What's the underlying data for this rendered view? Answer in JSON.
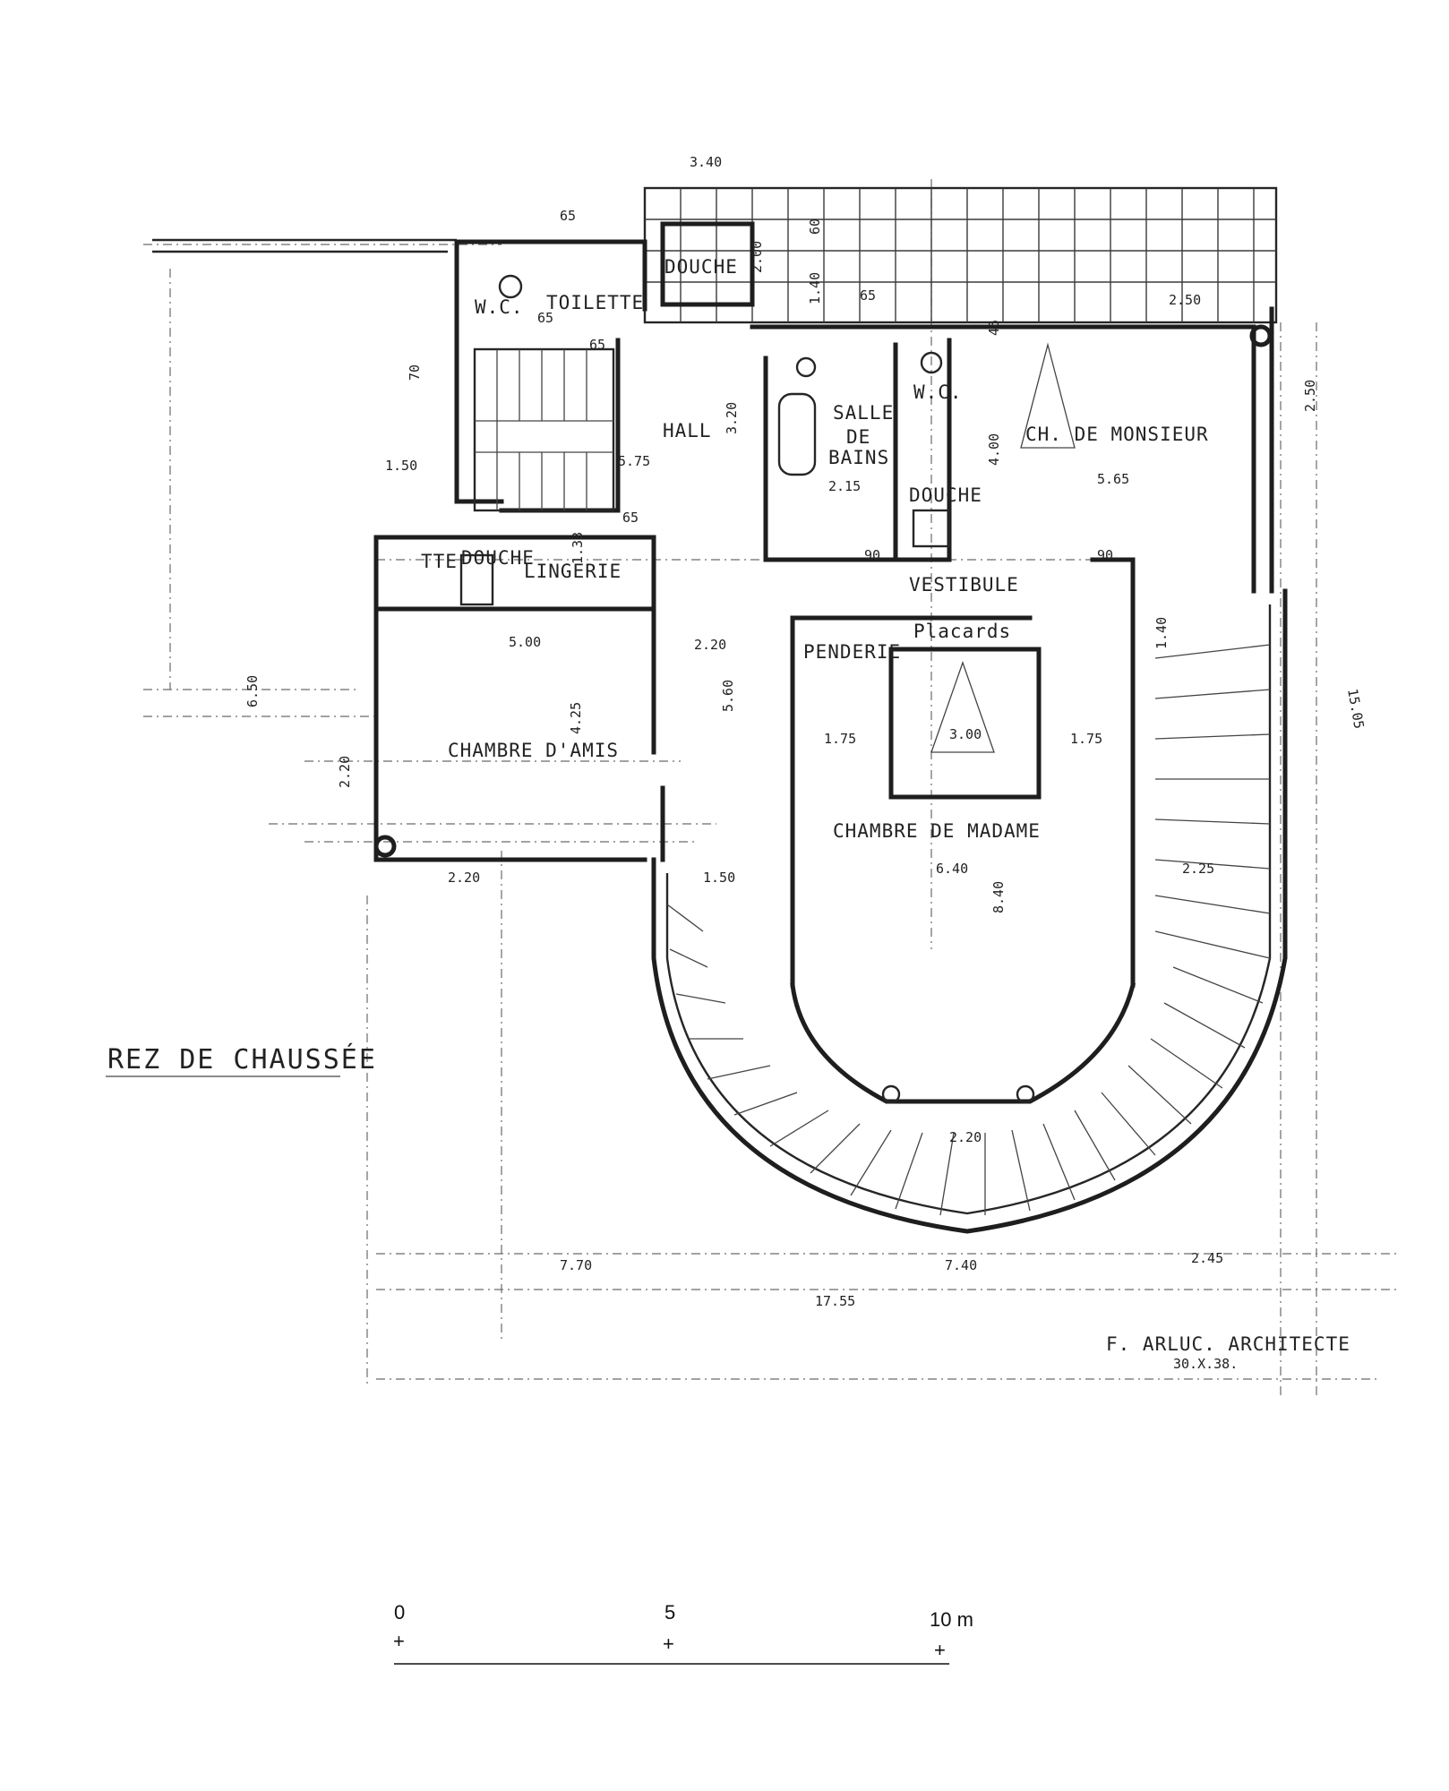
{
  "drawing": {
    "title": "REZ DE CHAUSSÉE",
    "architect": "F. ARLUC. ARCHITECTE",
    "date": "30.X.38."
  },
  "rooms": {
    "hall": "HALL",
    "wc_top": "W.C.",
    "toilette": "TOILETTE",
    "douche_top": "DOUCHE",
    "salle_de_bains_1": "SALLE",
    "salle_de_bains_2": "DE",
    "salle_de_bains_3": "BAINS",
    "wc_bath": "W.C.",
    "douche_bath": "DOUCHE",
    "ch_monsieur": "CH. DE MONSIEUR",
    "lingerie": "LINGERIE",
    "toilette_small": "TTE",
    "douche_small": "DOUCHE",
    "vestibule": "VESTIBULE",
    "placards": "Placards",
    "penderie": "PENDERIE",
    "chambre_amis": "CHAMBRE D'AMIS",
    "chambre_madame": "CHAMBRE DE MADAME"
  },
  "dimensions": {
    "d_340": "3.40",
    "d_65a": "65",
    "d_65b": "65",
    "d_65c": "65",
    "d_65d": "65",
    "d_65e": "65",
    "d_200": "2.00",
    "d_140": "1.40",
    "d_60": "60",
    "d_250a": "2.50",
    "d_45": "45",
    "d_250b": "2.50",
    "d_320": "3.20",
    "d_215": "2.15",
    "d_575": "5.75",
    "d_400": "4.00",
    "d_565": "5.65",
    "d_150a": "1.50",
    "d_70": "70",
    "d_90a": "90",
    "d_90b": "90",
    "d_133": "1.33",
    "d_560": "5.60",
    "d_220a": "2.20",
    "d_500": "5.00",
    "d_425": "4.25",
    "d_650": "6.50",
    "d_220b": "2.20",
    "d_220c": "2.20",
    "d_300": "3.00",
    "d_175a": "1.75",
    "d_175b": "1.75",
    "d_1505": "15.05",
    "d_140b": "1.40",
    "d_150b": "1.50",
    "d_640": "6.40",
    "d_840": "8.40",
    "d_225": "2.25",
    "d_220d": "2.20",
    "d_770": "7.70",
    "d_740": "7.40",
    "d_245": "2.45",
    "d_1755": "17.55"
  },
  "scale_bar": {
    "label_0": "0",
    "label_5": "5",
    "label_10": "10 m",
    "tick": "+"
  }
}
